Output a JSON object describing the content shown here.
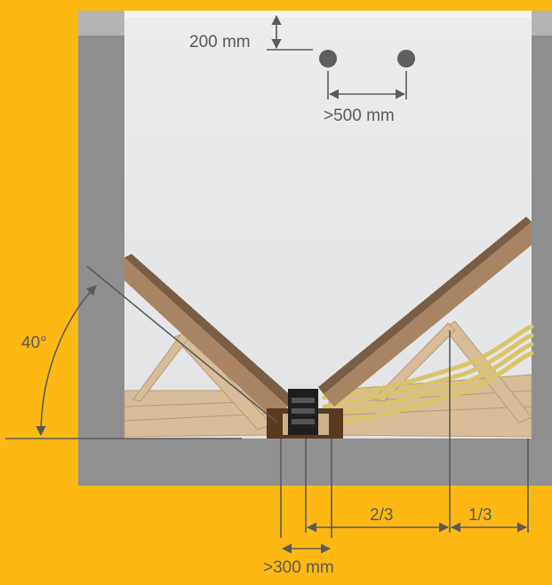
{
  "dimensions": {
    "top_clearance": "200 mm",
    "nozzle_spacing": ">500 mm",
    "angle": "40°",
    "two_thirds": "2/3",
    "one_third": "1/3",
    "channel_width": ">300 mm"
  },
  "colors": {
    "background": "#FDB813",
    "wall": "#8C8C8C",
    "interior": "#E9EAEB",
    "plank_top": "#7A5E43",
    "plank_side": "#A88462",
    "wood": "#D8BE98",
    "channel": "#5A3A1F",
    "pipe": "#D9C56A",
    "dim_line": "#5a5a5a"
  }
}
